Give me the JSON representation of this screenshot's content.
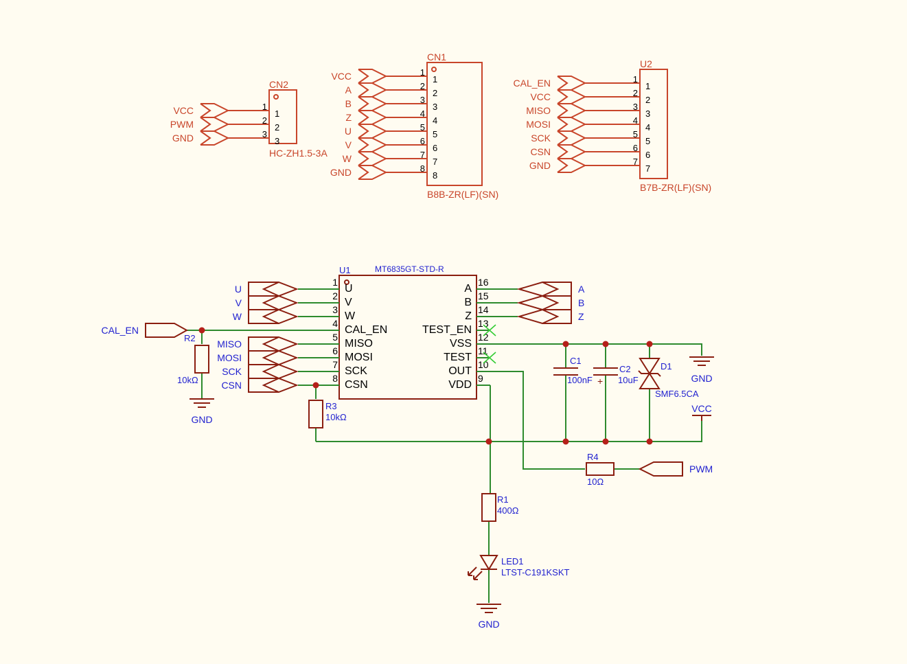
{
  "colors": {
    "background": "#FFFCF1",
    "symbol": "#C8452A",
    "symbol_dark": "#8B1E10",
    "wire": "#2E8B2E",
    "net_label": "#1F1FCF",
    "junction": "#B5201A",
    "noconnect": "#33CC33"
  },
  "cn2": {
    "ref": "CN2",
    "part": "HC-ZH1.5-3A",
    "nets": [
      "VCC",
      "PWM",
      "GND"
    ],
    "pins": [
      "1",
      "2",
      "3"
    ]
  },
  "cn1": {
    "ref": "CN1",
    "part": "B8B-ZR(LF)(SN)",
    "nets": [
      "VCC",
      "A",
      "B",
      "Z",
      "U",
      "V",
      "W",
      "GND"
    ],
    "pins": [
      "1",
      "2",
      "3",
      "4",
      "5",
      "6",
      "7",
      "8"
    ]
  },
  "u2": {
    "ref": "U2",
    "part": "B7B-ZR(LF)(SN)",
    "nets": [
      "CAL_EN",
      "VCC",
      "MISO",
      "MOSI",
      "SCK",
      "CSN",
      "GND"
    ],
    "pins": [
      "1",
      "2",
      "3",
      "4",
      "5",
      "6",
      "7"
    ]
  },
  "u1": {
    "ref": "U1",
    "part": "MT6835GT-STD-R",
    "left_pins": [
      {
        "num": "1",
        "name": "U"
      },
      {
        "num": "2",
        "name": "V"
      },
      {
        "num": "3",
        "name": "W"
      },
      {
        "num": "4",
        "name": "CAL_EN"
      },
      {
        "num": "5",
        "name": "MISO"
      },
      {
        "num": "6",
        "name": "MOSI"
      },
      {
        "num": "7",
        "name": "SCK"
      },
      {
        "num": "8",
        "name": "CSN"
      }
    ],
    "right_pins": [
      {
        "num": "16",
        "name": "A"
      },
      {
        "num": "15",
        "name": "B"
      },
      {
        "num": "14",
        "name": "Z"
      },
      {
        "num": "13",
        "name": "TEST_EN"
      },
      {
        "num": "12",
        "name": "VSS"
      },
      {
        "num": "11",
        "name": "TEST"
      },
      {
        "num": "10",
        "name": "OUT"
      },
      {
        "num": "9",
        "name": "VDD"
      }
    ]
  },
  "nets": {
    "left_uvw": [
      "U",
      "V",
      "W"
    ],
    "right_abz": [
      "A",
      "B",
      "Z"
    ],
    "spi": [
      "MISO",
      "MOSI",
      "SCK",
      "CSN"
    ],
    "cal_en": "CAL_EN",
    "pwm": "PWM",
    "gnd": "GND",
    "vcc": "VCC"
  },
  "components": {
    "r1": {
      "ref": "R1",
      "value": "400Ω"
    },
    "r2": {
      "ref": "R2",
      "value": "10kΩ"
    },
    "r3": {
      "ref": "R3",
      "value": "10kΩ"
    },
    "r4": {
      "ref": "R4",
      "value": "10Ω"
    },
    "c1": {
      "ref": "C1",
      "value": "100nF"
    },
    "c2": {
      "ref": "C2",
      "value": "10uF",
      "plus": "+"
    },
    "d1": {
      "ref": "D1",
      "value": "SMF6.5CA"
    },
    "led1": {
      "ref": "LED1",
      "value": "LTST-C191KSKT"
    }
  }
}
